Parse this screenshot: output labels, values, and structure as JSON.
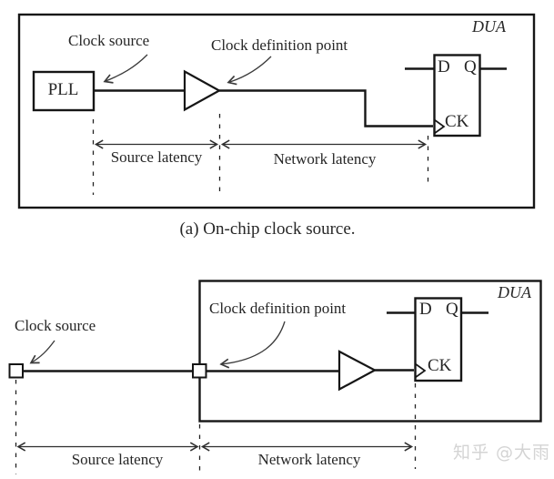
{
  "colors": {
    "line": "#161616",
    "text": "#262626",
    "arrow": "#2e2e2e",
    "watermark": "#d4d4d4",
    "background": "#ffffff"
  },
  "diagram_a": {
    "dua": "DUA",
    "clock_source_label": "Clock source",
    "clock_definition_label": "Clock definition point",
    "pll_label": "PLL",
    "ff": {
      "d": "D",
      "q": "Q",
      "ck": "CK"
    },
    "source_latency_label": "Source latency",
    "network_latency_label": "Network latency",
    "caption": "(a) On-chip clock source."
  },
  "diagram_b": {
    "dua": "DUA",
    "clock_source_label": "Clock source",
    "clock_definition_label": "Clock definition point",
    "ff": {
      "d": "D",
      "q": "Q",
      "ck": "CK"
    },
    "source_latency_label": "Source latency",
    "network_latency_label": "Network latency"
  },
  "watermark": {
    "text": "知乎 @大雨"
  }
}
